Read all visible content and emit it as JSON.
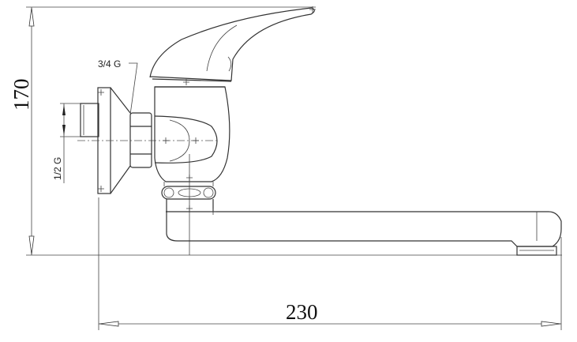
{
  "drawing": {
    "height_dimension": "170",
    "length_dimension": "230",
    "inlet_thread_label": "3/4 G",
    "pipe_thread_label": "1/2 G"
  }
}
